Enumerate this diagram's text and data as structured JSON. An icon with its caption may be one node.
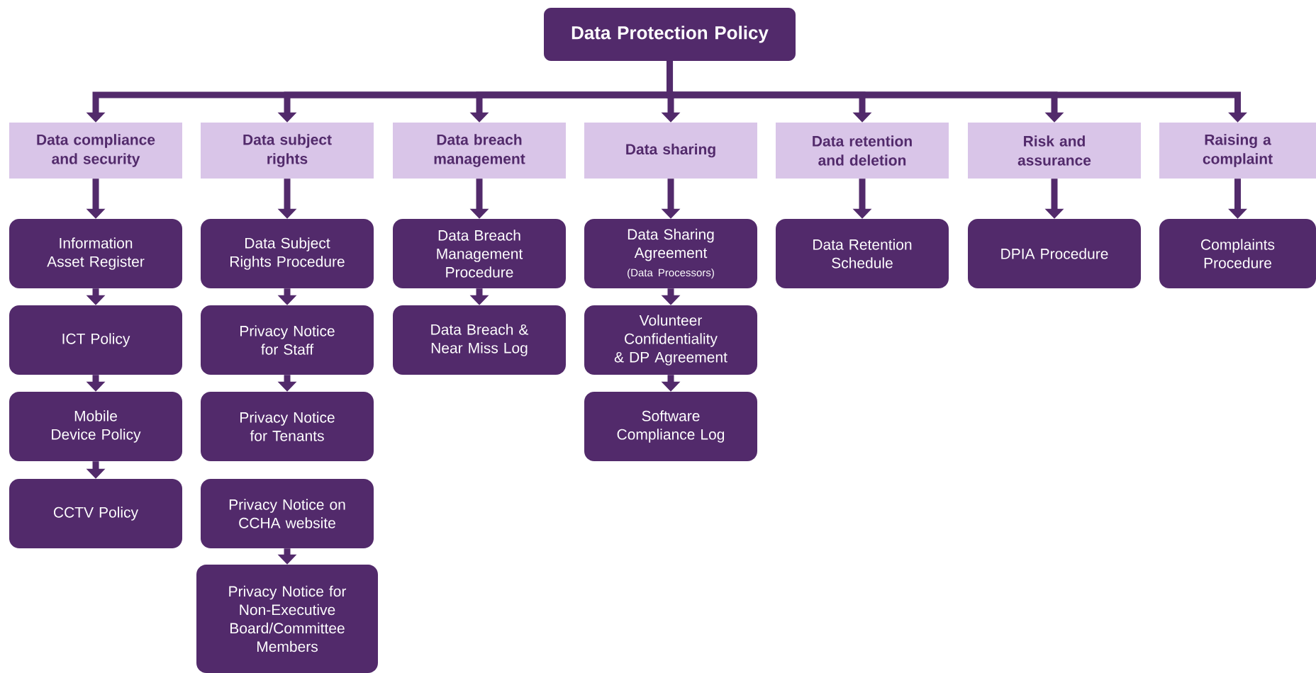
{
  "diagram": {
    "nodes": [
      {
        "text": [
          "Data Protection Policy"
        ]
      },
      {
        "text": [
          "Data compliance and security"
        ]
      },
      {
        "text": [
          "Data subject rights"
        ]
      },
      {
        "text": [
          "Data breach management"
        ]
      },
      {
        "text": [
          "Data sharing"
        ]
      },
      {
        "text": [
          "Data retention and deletion"
        ]
      },
      {
        "text": [
          "Risk and assurance"
        ]
      },
      {
        "text": [
          "Raising a complaint"
        ]
      },
      {
        "text": [
          "Information Asset Register"
        ]
      },
      {
        "text": [
          "ICT Policy"
        ]
      },
      {
        "text": [
          "Mobile Device Policy"
        ]
      },
      {
        "text": [
          "CCTV Policy"
        ]
      },
      {
        "text": [
          "Data Subject Rights Procedure"
        ]
      },
      {
        "text": [
          "Privacy Notice for Staff"
        ]
      },
      {
        "text": [
          "Privacy Notice for Tenants"
        ]
      },
      {
        "text": [
          "Privacy Notice on CCHA website"
        ]
      },
      {
        "text": [
          "Privacy Notice for Non-Executive Board/Committee Members"
        ]
      },
      {
        "text": [
          "Data Breach Management Procedure"
        ]
      },
      {
        "text": [
          "Data Breach & Near Miss Log"
        ]
      },
      {
        "text": [
          "Data Sharing Agreement",
          "(Data Processors)"
        ]
      },
      {
        "text": [
          "Volunteer Confidentiality & DP Agreement"
        ]
      },
      {
        "text": [
          "Software Compliance Log"
        ]
      },
      {
        "text": [
          "Data Retention Schedule"
        ]
      },
      {
        "text": [
          "DPIA Procedure"
        ]
      },
      {
        "text": [
          "Complaints Procedure"
        ]
      }
    ],
    "edges": [
      {
        "from": 0,
        "to": 1,
        "arrow": "to"
      },
      {
        "from": 0,
        "to": 2,
        "arrow": "to"
      },
      {
        "from": 0,
        "to": 3,
        "arrow": "to"
      },
      {
        "from": 0,
        "to": 4,
        "arrow": "to"
      },
      {
        "from": 0,
        "to": 5,
        "arrow": "to"
      },
      {
        "from": 0,
        "to": 6,
        "arrow": "to"
      },
      {
        "from": 0,
        "to": 7,
        "arrow": "to"
      },
      {
        "from": 1,
        "to": 8,
        "arrow": "to"
      },
      {
        "from": 8,
        "to": 9,
        "arrow": "to"
      },
      {
        "from": 9,
        "to": 10,
        "arrow": "to"
      },
      {
        "from": 10,
        "to": 11,
        "arrow": "to"
      },
      {
        "from": 2,
        "to": 12,
        "arrow": "to"
      },
      {
        "from": 12,
        "to": 13,
        "arrow": "to"
      },
      {
        "from": 13,
        "to": 14,
        "arrow": "to"
      },
      {
        "from": 15,
        "to": 16,
        "arrow": "to"
      },
      {
        "from": 3,
        "to": 17,
        "arrow": "to"
      },
      {
        "from": 17,
        "to": 18,
        "arrow": "to"
      },
      {
        "from": 4,
        "to": 19,
        "arrow": "to"
      },
      {
        "from": 19,
        "to": 20,
        "arrow": "to"
      },
      {
        "from": 20,
        "to": 21,
        "arrow": "to"
      },
      {
        "from": 5,
        "to": 22,
        "arrow": "to"
      },
      {
        "from": 6,
        "to": 23,
        "arrow": "to"
      },
      {
        "from": 7,
        "to": 24,
        "arrow": "to"
      }
    ]
  }
}
